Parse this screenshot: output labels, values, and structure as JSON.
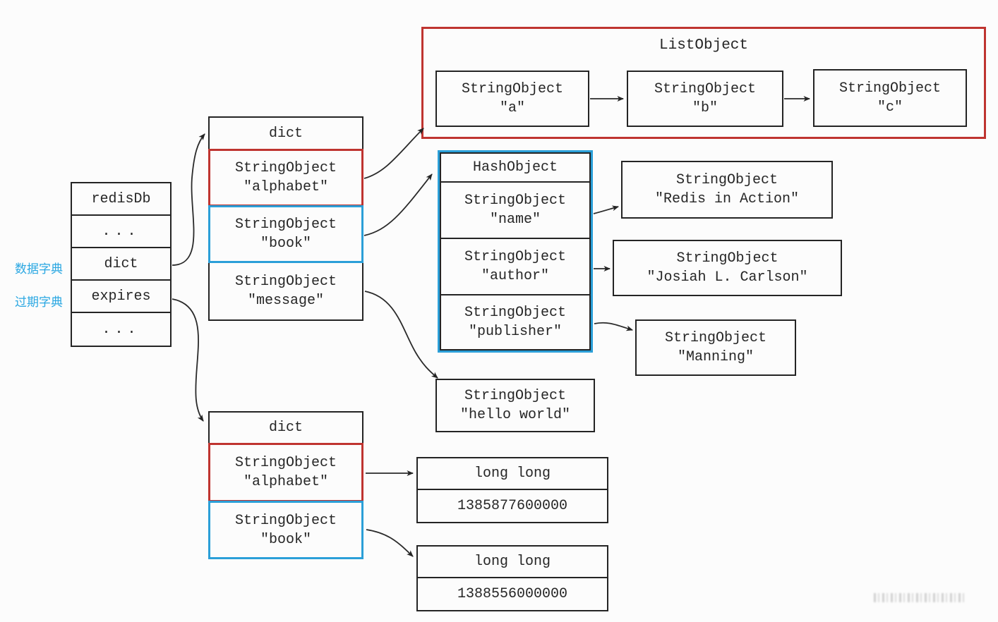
{
  "colors": {
    "accent_red": "#bf3430",
    "accent_blue": "#2b9fd8",
    "label_blue": "#2aa7e2",
    "line": "#2a2a2a"
  },
  "side_labels": {
    "data_dict": "数据字典",
    "expire_dict": "过期字典"
  },
  "redisdb": {
    "rows": [
      "redisDb",
      "...",
      "dict",
      "expires",
      "..."
    ]
  },
  "top_dict": {
    "header": "dict",
    "alphabet": {
      "type": "StringObject",
      "value": "\"alphabet\""
    },
    "book": {
      "type": "StringObject",
      "value": "\"book\""
    },
    "message": {
      "type": "StringObject",
      "value": "\"message\""
    }
  },
  "list_object": {
    "title": "ListObject",
    "items": [
      {
        "type": "StringObject",
        "value": "\"a\""
      },
      {
        "type": "StringObject",
        "value": "\"b\""
      },
      {
        "type": "StringObject",
        "value": "\"c\""
      }
    ]
  },
  "hash_object": {
    "header": "HashObject",
    "fields": [
      {
        "type": "StringObject",
        "value": "\"name\""
      },
      {
        "type": "StringObject",
        "value": "\"author\""
      },
      {
        "type": "StringObject",
        "value": "\"publisher\""
      }
    ]
  },
  "string_values": {
    "title": {
      "type": "StringObject",
      "value": "\"Redis in Action\""
    },
    "author": {
      "type": "StringObject",
      "value": "\"Josiah L. Carlson\""
    },
    "publisher": {
      "type": "StringObject",
      "value": "\"Manning\""
    },
    "message": {
      "type": "StringObject",
      "value": "\"hello world\""
    }
  },
  "bottom_dict": {
    "header": "dict",
    "alphabet": {
      "type": "StringObject",
      "value": "\"alphabet\""
    },
    "book": {
      "type": "StringObject",
      "value": "\"book\""
    }
  },
  "long_values": [
    {
      "header": "long long",
      "value": "1385877600000"
    },
    {
      "header": "long long",
      "value": "1388556000000"
    }
  ]
}
